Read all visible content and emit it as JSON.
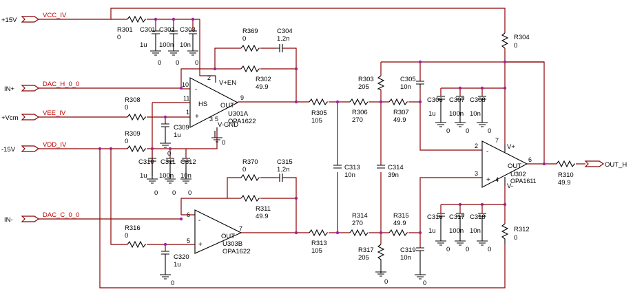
{
  "ports": {
    "p15v": "+15V",
    "vcc": "VCC_IV",
    "inp": "IN+",
    "dach": "DAC_H_0_0",
    "vcm": "+Vcm",
    "vee": "VEE_IV",
    "m15v": "-15V",
    "vdd": "VDD_IV",
    "inm": "IN-",
    "dacc": "DAC_C_0_0",
    "outh": "OUT_H"
  },
  "parts": {
    "r301": {
      "ref": "R301",
      "val": "0"
    },
    "c301": {
      "ref": "C301",
      "val": "1u"
    },
    "c302": {
      "ref": "C302",
      "val": "100n"
    },
    "c303": {
      "ref": "C303",
      "val": "10n"
    },
    "r369": {
      "ref": "R369",
      "val": "0"
    },
    "c304": {
      "ref": "C304",
      "val": "1.2n"
    },
    "r302": {
      "ref": "R302",
      "val": "49.9"
    },
    "r308": {
      "ref": "R308",
      "val": "0"
    },
    "c309": {
      "ref": "C309",
      "val": "1u"
    },
    "r309": {
      "ref": "R309",
      "val": "0"
    },
    "c310": {
      "ref": "C310",
      "val": "1u"
    },
    "c311": {
      "ref": "C311",
      "val": "100n"
    },
    "c312": {
      "ref": "C312",
      "val": "10n"
    },
    "r370": {
      "ref": "R370",
      "val": "0"
    },
    "c315": {
      "ref": "C315",
      "val": "1.2n"
    },
    "r311": {
      "ref": "R311",
      "val": "49.9"
    },
    "r316": {
      "ref": "R316",
      "val": "0"
    },
    "c320": {
      "ref": "C320",
      "val": "1u"
    },
    "r305": {
      "ref": "R305",
      "val": "105"
    },
    "r313": {
      "ref": "R313",
      "val": "105"
    },
    "c313": {
      "ref": "C313",
      "val": "10n"
    },
    "r303": {
      "ref": "R303",
      "val": "205"
    },
    "r306": {
      "ref": "R306",
      "val": "270"
    },
    "c314": {
      "ref": "C314",
      "val": "39n"
    },
    "r314": {
      "ref": "R314",
      "val": "270"
    },
    "r317": {
      "ref": "R317",
      "val": "205"
    },
    "c305": {
      "ref": "C305",
      "val": "10n"
    },
    "r307": {
      "ref": "R307",
      "val": "49.9"
    },
    "r315": {
      "ref": "R315",
      "val": "49.9"
    },
    "c319": {
      "ref": "C319",
      "val": "10n"
    },
    "r304": {
      "ref": "R304",
      "val": "0"
    },
    "c306": {
      "ref": "C306",
      "val": "1u"
    },
    "c307": {
      "ref": "C307",
      "val": "100n"
    },
    "c308": {
      "ref": "C308",
      "val": "10n"
    },
    "c316": {
      "ref": "C316",
      "val": "1u"
    },
    "c317": {
      "ref": "C317",
      "val": "100n"
    },
    "c318": {
      "ref": "C318",
      "val": "10n"
    },
    "r312": {
      "ref": "R312",
      "val": "0"
    },
    "r310": {
      "ref": "R310",
      "val": "49.9"
    }
  },
  "u301a": {
    "ref": "U301A",
    "part": "OPA1622",
    "hs": "HS",
    "out": "OUT",
    "ven": "V+EN",
    "vgnd": "V-GND",
    "minus": "-",
    "plus": "+",
    "p2": "2",
    "p10": "10",
    "p11": "11",
    "p1": "1",
    "p9": "9",
    "p3": "3",
    "p5": "5"
  },
  "u303b": {
    "ref": "U303B",
    "part": "OPA1622",
    "out": "OUT",
    "minus": "-",
    "plus": "+",
    "p6": "6",
    "p5": "5",
    "p7": "7"
  },
  "u302": {
    "ref": "U302",
    "part": "OPA1611",
    "out": "OUT",
    "vp": "V+",
    "vm": "V-",
    "minus": "-",
    "plus": "+",
    "p2": "2",
    "p3": "3",
    "p7": "7",
    "p4": "4",
    "p6": "6"
  },
  "gnd": "0"
}
